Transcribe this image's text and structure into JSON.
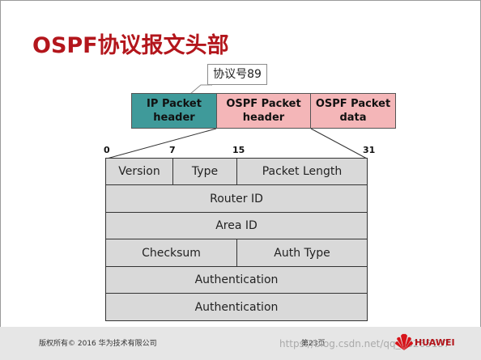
{
  "title": "OSPF协议报文头部",
  "callout": "协议号89",
  "packet": {
    "ip": "IP Packet\nheader",
    "ospf_header": "OSPF Packet\nheader",
    "ospf_data": "OSPF Packet\ndata"
  },
  "bits": [
    "0",
    "7",
    "15",
    "31"
  ],
  "rows": [
    [
      "Version",
      "Type",
      "Packet Length"
    ],
    [
      "Router ID"
    ],
    [
      "Area ID"
    ],
    [
      "Checksum",
      "Auth Type"
    ],
    [
      "Authentication"
    ],
    [
      "Authentication"
    ]
  ],
  "footer": {
    "copyright": "版权所有© 2016 华为技术有限公司",
    "page": "第23页",
    "watermark": "https://blog.csdn.net/qq_38265137",
    "brand": "HUAWEI"
  },
  "colors": {
    "title": "#b3161c",
    "ip_header": "#3f9a9a",
    "ospf_header": "#f4b6b8",
    "field": "#d9d9d9"
  }
}
